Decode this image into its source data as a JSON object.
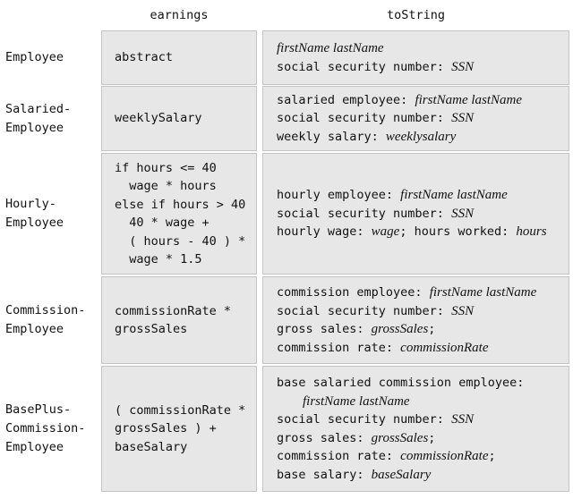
{
  "headers": {
    "earnings": "earnings",
    "toString": "toString"
  },
  "rows": [
    {
      "label": [
        "Employee"
      ],
      "earnings": [
        "abstract"
      ],
      "toString": [
        [
          {
            "t": "firstName lastName",
            "i": true
          }
        ],
        [
          {
            "t": "social security number: ",
            "i": false
          },
          {
            "t": "SSN",
            "i": true
          }
        ]
      ]
    },
    {
      "label": [
        "Salaried-",
        "Employee"
      ],
      "earnings": [
        "weeklySalary"
      ],
      "toString": [
        [
          {
            "t": "salaried employee: ",
            "i": false
          },
          {
            "t": "firstName lastName",
            "i": true
          }
        ],
        [
          {
            "t": "social security number: ",
            "i": false
          },
          {
            "t": "SSN",
            "i": true
          }
        ],
        [
          {
            "t": "weekly salary: ",
            "i": false
          },
          {
            "t": "weeklysalary",
            "i": true
          }
        ]
      ]
    },
    {
      "label": [
        "Hourly-",
        "Employee"
      ],
      "earnings": [
        "if hours <= 40",
        "  wage * hours",
        "else if hours > 40",
        "  40 * wage +",
        "  ( hours - 40 ) *",
        "  wage * 1.5"
      ],
      "toString": [
        [
          {
            "t": "hourly employee: ",
            "i": false
          },
          {
            "t": "firstName lastName",
            "i": true
          }
        ],
        [
          {
            "t": "social security number: ",
            "i": false
          },
          {
            "t": "SSN",
            "i": true
          }
        ],
        [
          {
            "t": "hourly wage: ",
            "i": false
          },
          {
            "t": "wage",
            "i": true
          },
          {
            "t": "; hours worked: ",
            "i": false
          },
          {
            "t": "hours",
            "i": true
          }
        ]
      ]
    },
    {
      "label": [
        "Commission-",
        "Employee"
      ],
      "earnings": [
        "commissionRate *",
        "grossSales"
      ],
      "toString": [
        [
          {
            "t": "commission employee: ",
            "i": false
          },
          {
            "t": "firstName lastName",
            "i": true
          }
        ],
        [
          {
            "t": "social security number: ",
            "i": false
          },
          {
            "t": "SSN",
            "i": true
          }
        ],
        [
          {
            "t": "gross sales: ",
            "i": false
          },
          {
            "t": "grossSales",
            "i": true
          },
          {
            "t": ";",
            "i": false
          }
        ],
        [
          {
            "t": "commission rate: ",
            "i": false
          },
          {
            "t": "commissionRate",
            "i": true
          }
        ]
      ]
    },
    {
      "label": [
        "BasePlus-",
        "Commission-",
        "Employee"
      ],
      "earnings": [
        "( commissionRate *",
        "grossSales ) +",
        "baseSalary"
      ],
      "toString": [
        [
          {
            "t": "base salaried commission employee:",
            "i": false
          }
        ],
        [
          {
            "t": "firstName lastName",
            "i": true,
            "indent": true
          }
        ],
        [
          {
            "t": "social security number: ",
            "i": false
          },
          {
            "t": "SSN",
            "i": true
          }
        ],
        [
          {
            "t": "gross sales: ",
            "i": false
          },
          {
            "t": "grossSales",
            "i": true
          },
          {
            "t": ";",
            "i": false
          }
        ],
        [
          {
            "t": "commission rate: ",
            "i": false
          },
          {
            "t": "commissionRate",
            "i": true
          },
          {
            "t": ";",
            "i": false
          }
        ],
        [
          {
            "t": "base salary: ",
            "i": false
          },
          {
            "t": "baseSalary",
            "i": true
          }
        ]
      ]
    }
  ]
}
